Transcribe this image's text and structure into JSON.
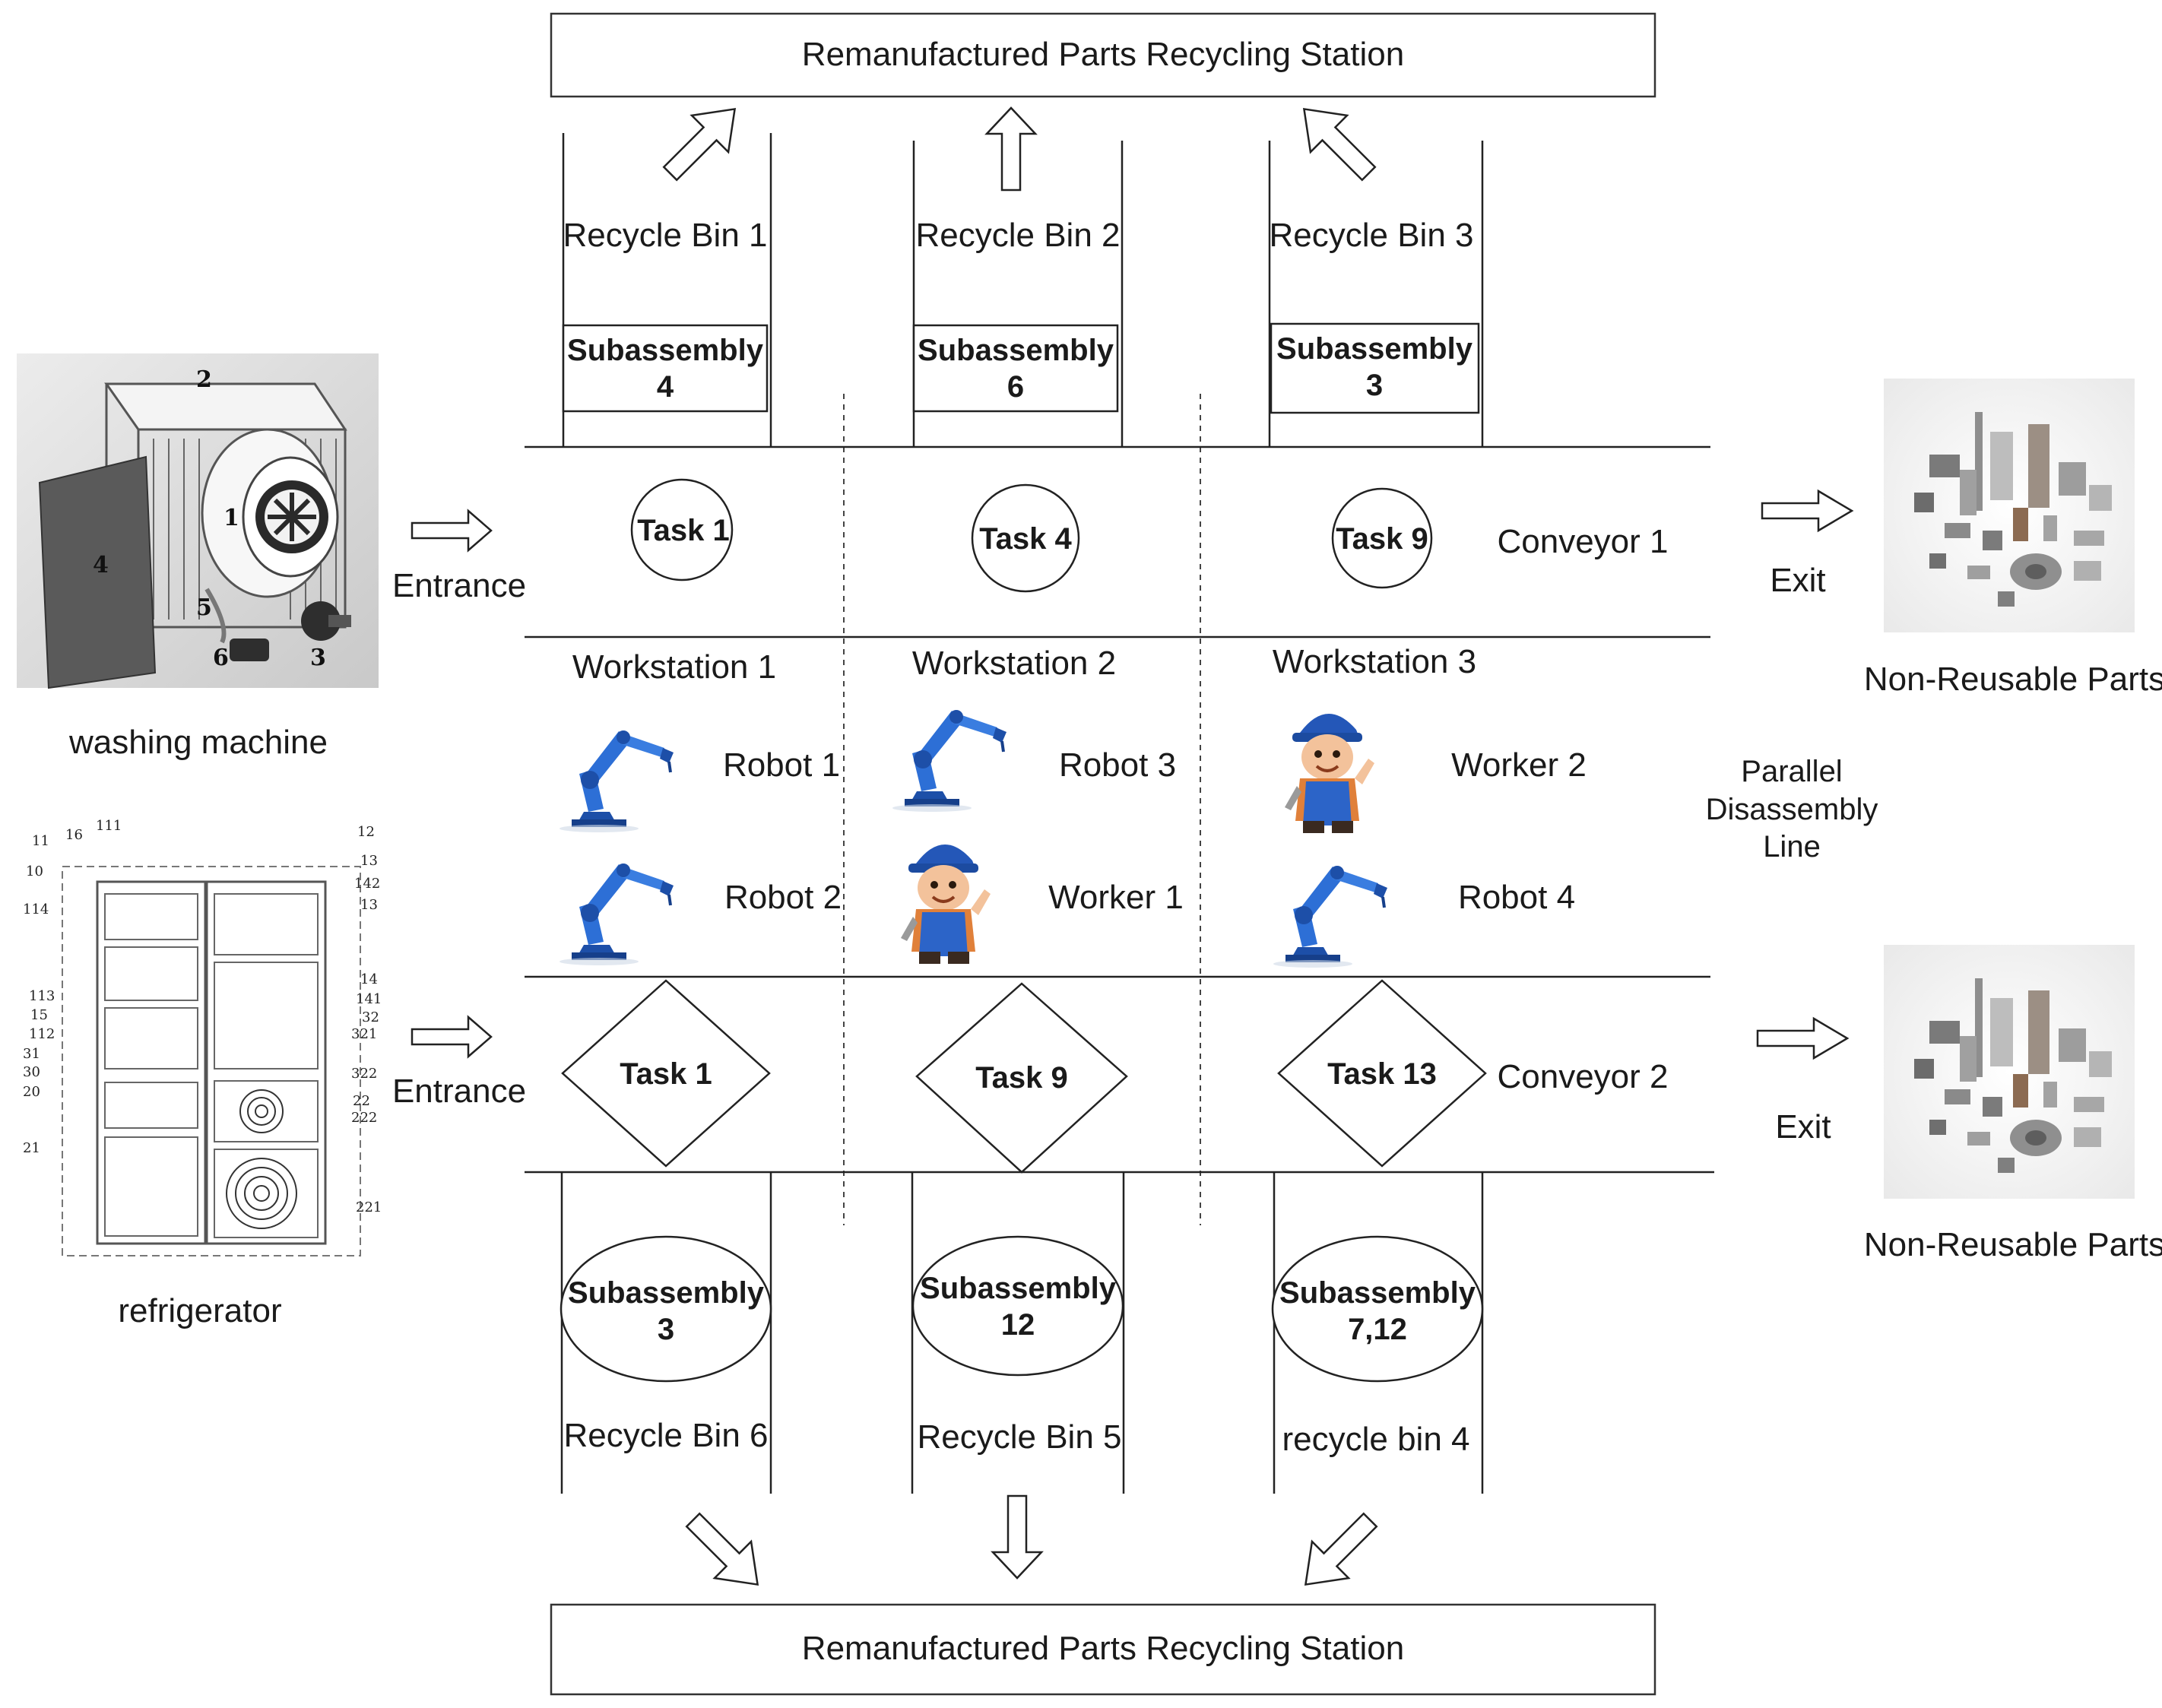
{
  "stations": {
    "top_label": "Remanufactured Parts Recycling Station",
    "bottom_label": "Remanufactured Parts Recycling Station"
  },
  "products": {
    "washing_machine": {
      "label": "washing machine",
      "part_numbers": [
        "2",
        "1",
        "4",
        "5",
        "6",
        "3"
      ]
    },
    "refrigerator": {
      "label": "refrigerator",
      "part_numbers": [
        "111",
        "16",
        "11",
        "10",
        "114",
        "113",
        "15",
        "112",
        "31",
        "30",
        "20",
        "21",
        "12",
        "13",
        "142",
        "13",
        "14",
        "141",
        "32",
        "321",
        "322",
        "22",
        "222",
        "221"
      ]
    }
  },
  "entrance": {
    "upper": "Entrance",
    "lower": "Entrance"
  },
  "exit": {
    "upper": "Exit",
    "lower": "Exit"
  },
  "non_reusable": {
    "upper": "Non-Reusable Parts",
    "lower": "Non-Reusable Parts"
  },
  "top_bins": [
    {
      "bin": "Recycle Bin 1",
      "sub_title": "Subassembly",
      "sub_num": "4"
    },
    {
      "bin": "Recycle Bin 2",
      "sub_title": "Subassembly",
      "sub_num": "6"
    },
    {
      "bin": "Recycle Bin 3",
      "sub_title": "Subassembly",
      "sub_num": "3"
    }
  ],
  "conveyor1": {
    "label": "Conveyor 1",
    "tasks": [
      {
        "label": "Task 1",
        "color": "#000000"
      },
      {
        "label": "Task 4",
        "color": "#e8141b"
      },
      {
        "label": "Task 9",
        "color": "#5ec21a"
      }
    ]
  },
  "workstations": [
    {
      "title": "Workstation 1",
      "upper": "Robot 1",
      "lower": "Robot 2"
    },
    {
      "title": "Workstation 2",
      "upper": "Robot 3",
      "lower": "Worker 1"
    },
    {
      "title": "Workstation 3",
      "upper": "Worker 2",
      "lower": "Robot 4"
    }
  ],
  "parallel_line": {
    "line1": "Parallel",
    "line2": "Disassembly",
    "line3": "Line"
  },
  "conveyor2": {
    "label": "Conveyor 2",
    "tasks": [
      {
        "label": "Task 1",
        "color": "#000000"
      },
      {
        "label": "Task 9",
        "color": "#5ec21a"
      },
      {
        "label": "Task 13",
        "color": "#000000"
      }
    ]
  },
  "bottom_bins": [
    {
      "bin": "Recycle Bin 6",
      "sub_title": "Subassembly",
      "sub_num": "3",
      "color": "#000000"
    },
    {
      "bin": "Recycle Bin 5",
      "sub_title": "Subassembly",
      "sub_num": "12",
      "color": "#5ec21a"
    },
    {
      "bin": "recycle bin 4",
      "sub_title": "Subassembly",
      "sub_num": "7,12",
      "color": "#000000"
    }
  ],
  "colors": {
    "robot": "#2d6fd6",
    "worker_overalls": "#2c64c8",
    "worker_cap": "#2457b8"
  }
}
